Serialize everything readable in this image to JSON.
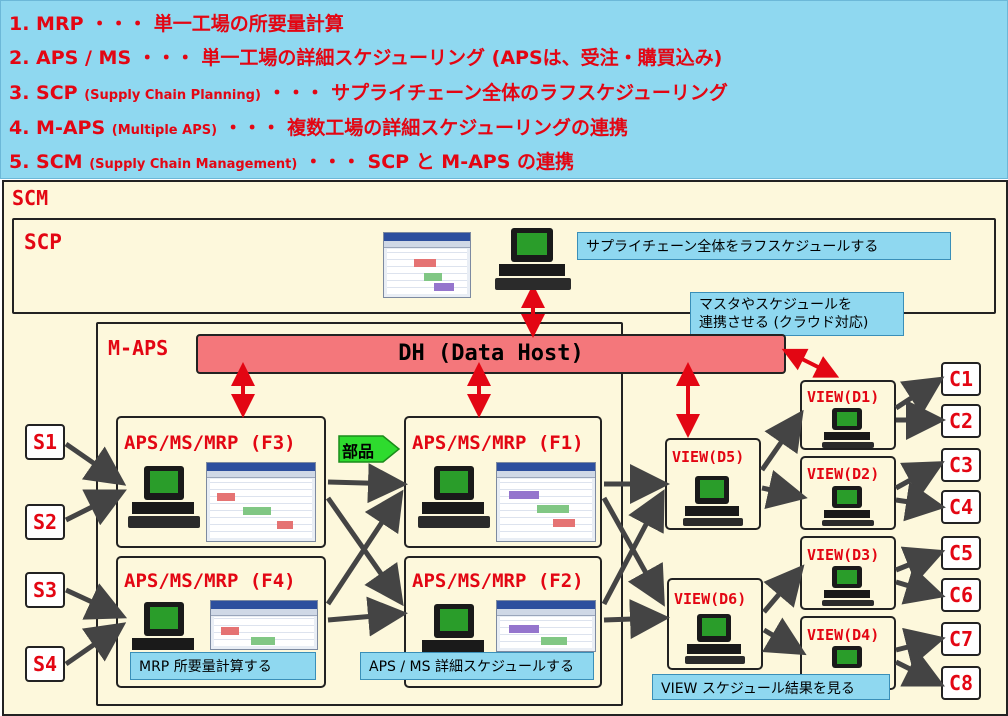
{
  "legend": {
    "line1": {
      "main": "1. MRP ・・・ 単一工場の所要量計算"
    },
    "line2": {
      "main": "2. APS / MS  ・・・ 単一工場の詳細スケジューリング (APSは、受注・購買込み)"
    },
    "line3": {
      "pre": "3. SCP ",
      "small": "(Supply Chain Planning)",
      "post": " ・・・ サプライチェーン全体のラフスケジューリング"
    },
    "line4": {
      "pre": "4. M-APS ",
      "small": "(Multiple APS)",
      "post": " ・・・ 複数工場の詳細スケジューリングの連携"
    },
    "line5": {
      "pre": "5. SCM ",
      "small": "(Supply Chain Management)",
      "post": " ・・・ SCP と M-APS の連携"
    }
  },
  "scm_label": "SCM",
  "scp_label": "SCP",
  "mapps_label": "M-APS",
  "dh_label": "DH (Data Host)",
  "callouts": {
    "scp": "サプライチェーン全体をラフスケジュールする",
    "master": "マスタやスケジュールを\n連携させる (クラウド対応)",
    "mrp": "MRP 所要量計算する",
    "aps": "APS / MS  詳細スケジュールする",
    "view": "VIEW スケジュール結果を見る"
  },
  "factories": {
    "f3": "APS/MS/MRP (F3)",
    "f1": "APS/MS/MRP (F1)",
    "f4": "APS/MS/MRP (F4)",
    "f2": "APS/MS/MRP (F2)"
  },
  "parts_label": "部品",
  "views": {
    "d5": "VIEW(D5)",
    "d6": "VIEW(D6)",
    "d1": "VIEW(D1)",
    "d2": "VIEW(D2)",
    "d3": "VIEW(D3)",
    "d4": "VIEW(D4)"
  },
  "suppliers": [
    "S1",
    "S2",
    "S3",
    "S4"
  ],
  "customers": [
    "C1",
    "C2",
    "C3",
    "C4",
    "C5",
    "C6",
    "C7",
    "C8"
  ],
  "colors": {
    "label_red": "#e30613",
    "legend_bg": "#8fd8f0",
    "area_bg": "#fdf8dc",
    "dh_fill": "#f4777b",
    "arrow_red": "#e30613",
    "arrow_gray": "#444444",
    "parts_green": "#2edb2e"
  }
}
